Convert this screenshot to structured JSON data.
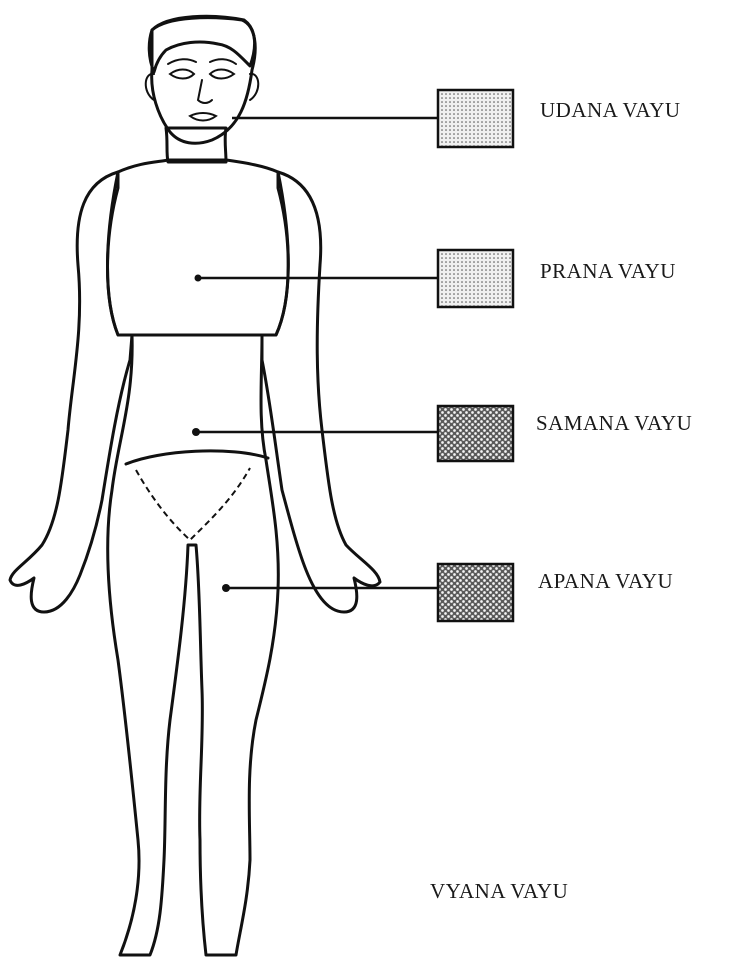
{
  "legend": {
    "udana": {
      "label": "UDANA VAYU",
      "pattern": "light-dots"
    },
    "prana": {
      "label": "PRANA VAYU",
      "pattern": "light-dots"
    },
    "samana": {
      "label": "SAMANA VAYU",
      "pattern": "dark-dots"
    },
    "apana": {
      "label": "APANA VAYU",
      "pattern": "dark-dots"
    },
    "vyana": {
      "label": "VYANA VAYU"
    }
  },
  "colors": {
    "ink": "#111111",
    "light_fill_base": "#e6e6e6",
    "dark_fill_base": "#9a9a9a",
    "background": "#ffffff"
  }
}
